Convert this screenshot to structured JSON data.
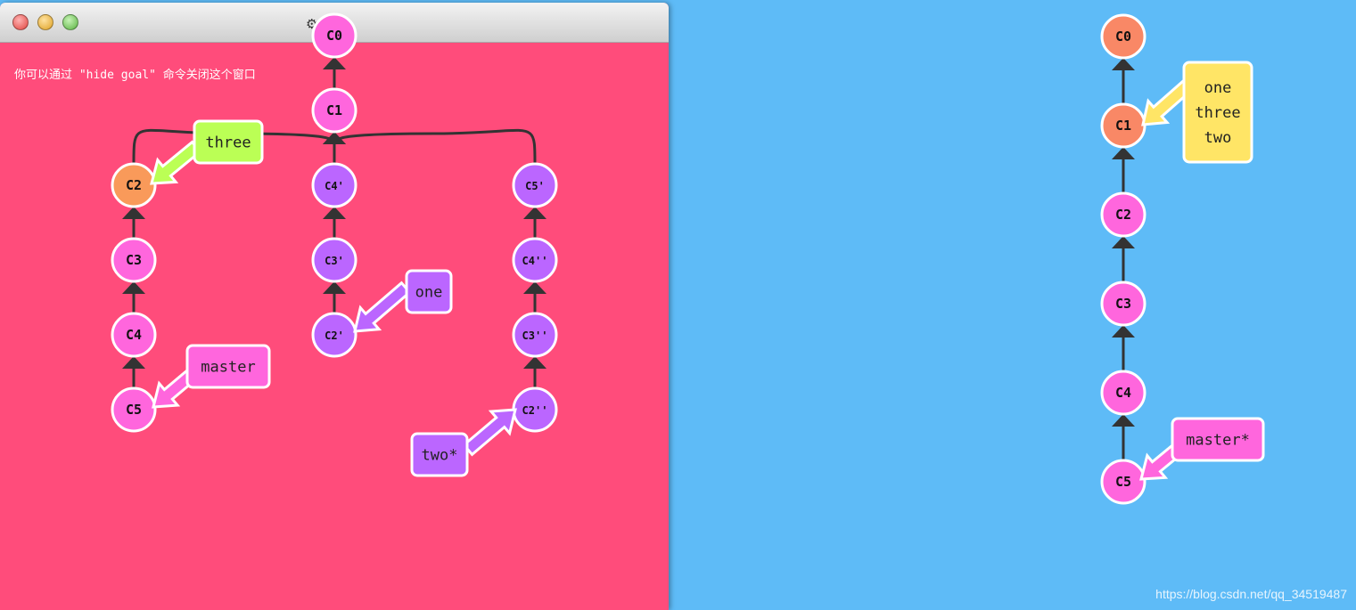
{
  "goal_window": {
    "title": "示",
    "hint": "你可以通过 \"hide goal\" 命令关闭这个窗口",
    "commits": [
      {
        "id": "C0",
        "color": "#ff66dd"
      },
      {
        "id": "C1",
        "color": "#ff66dd"
      },
      {
        "id": "C2",
        "color": "#f99a5a"
      },
      {
        "id": "C3",
        "color": "#ff66dd"
      },
      {
        "id": "C4",
        "color": "#ff66dd"
      },
      {
        "id": "C5",
        "color": "#ff66dd"
      },
      {
        "id": "C4'",
        "color": "#bb66ff"
      },
      {
        "id": "C3'",
        "color": "#bb66ff"
      },
      {
        "id": "C2'",
        "color": "#bb66ff"
      },
      {
        "id": "C5'",
        "color": "#bb66ff"
      },
      {
        "id": "C4''",
        "color": "#bb66ff"
      },
      {
        "id": "C3''",
        "color": "#bb66ff"
      },
      {
        "id": "C2''",
        "color": "#bb66ff"
      }
    ],
    "edges": [
      [
        "C1",
        "C0"
      ],
      [
        "C2",
        "C1"
      ],
      [
        "C3",
        "C2"
      ],
      [
        "C4",
        "C3"
      ],
      [
        "C5",
        "C4"
      ],
      [
        "C4'",
        "C1"
      ],
      [
        "C3'",
        "C4'"
      ],
      [
        "C2'",
        "C3'"
      ],
      [
        "C5'",
        "C1"
      ],
      [
        "C4''",
        "C5'"
      ],
      [
        "C3''",
        "C4''"
      ],
      [
        "C2''",
        "C3''"
      ]
    ],
    "branches": [
      {
        "name": "three",
        "target": "C2",
        "color": "#bbff55"
      },
      {
        "name": "one",
        "target": "C2'",
        "color": "#bb66ff"
      },
      {
        "name": "master",
        "target": "C5",
        "color": "#ff66dd"
      },
      {
        "name": "two*",
        "target": "C2''",
        "color": "#bb66ff"
      }
    ]
  },
  "current_view": {
    "commits": [
      {
        "id": "C0",
        "color": "#f98866"
      },
      {
        "id": "C1",
        "color": "#f98866"
      },
      {
        "id": "C2",
        "color": "#ff66dd"
      },
      {
        "id": "C3",
        "color": "#ff66dd"
      },
      {
        "id": "C4",
        "color": "#ff66dd"
      },
      {
        "id": "C5",
        "color": "#ff66dd"
      }
    ],
    "edges": [
      [
        "C1",
        "C0"
      ],
      [
        "C2",
        "C1"
      ],
      [
        "C3",
        "C2"
      ],
      [
        "C4",
        "C3"
      ],
      [
        "C5",
        "C4"
      ]
    ],
    "branches": [
      {
        "names": [
          "one",
          "three",
          "two"
        ],
        "target": "C1",
        "color": "#ffe566"
      },
      {
        "names": [
          "master*"
        ],
        "target": "C5",
        "color": "#ff66dd"
      }
    ]
  },
  "watermark": "https://blog.csdn.net/qq_34519487"
}
